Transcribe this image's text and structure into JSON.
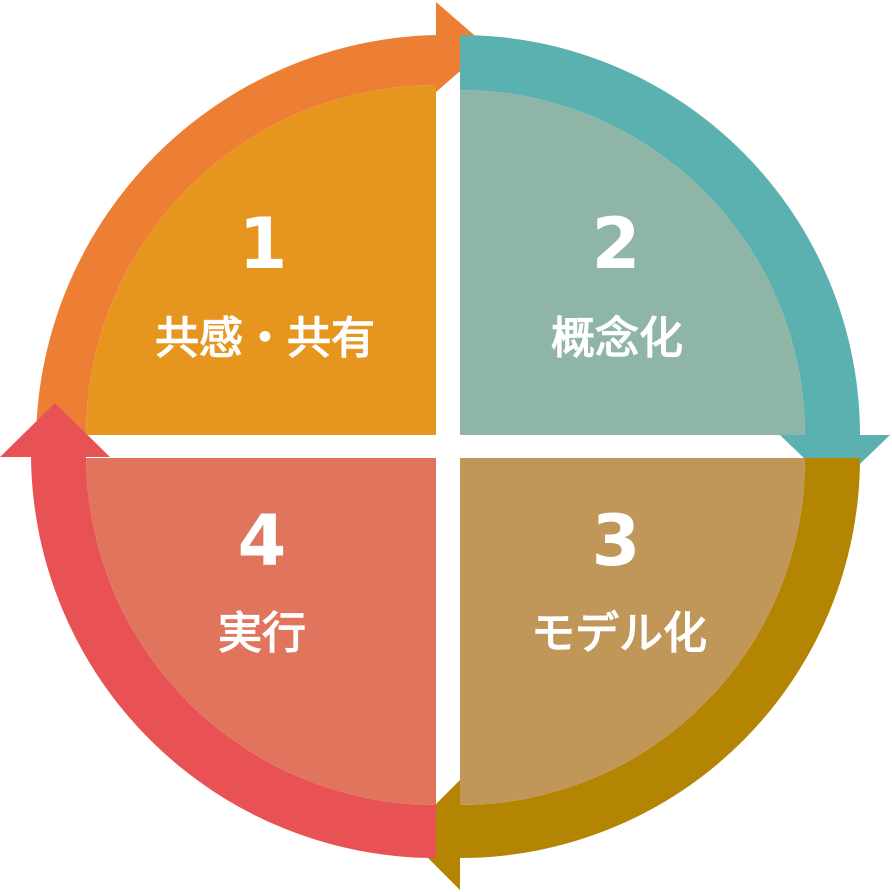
{
  "colors": {
    "background": "#ffffff",
    "divider": "#ffffff",
    "text": "#ffffff"
  },
  "steps": [
    {
      "number": "1",
      "label": "共感・共有",
      "fill": "#E6961F",
      "arrow": "#EC7F33"
    },
    {
      "number": "2",
      "label": "概念化",
      "fill": "#8FB5A7",
      "arrow": "#5BB0B0"
    },
    {
      "number": "3",
      "label": "モデル化",
      "fill": "#C19759",
      "arrow": "#B48503"
    },
    {
      "number": "4",
      "label": "実行",
      "fill": "#E0745D",
      "arrow": "#E85255"
    }
  ]
}
